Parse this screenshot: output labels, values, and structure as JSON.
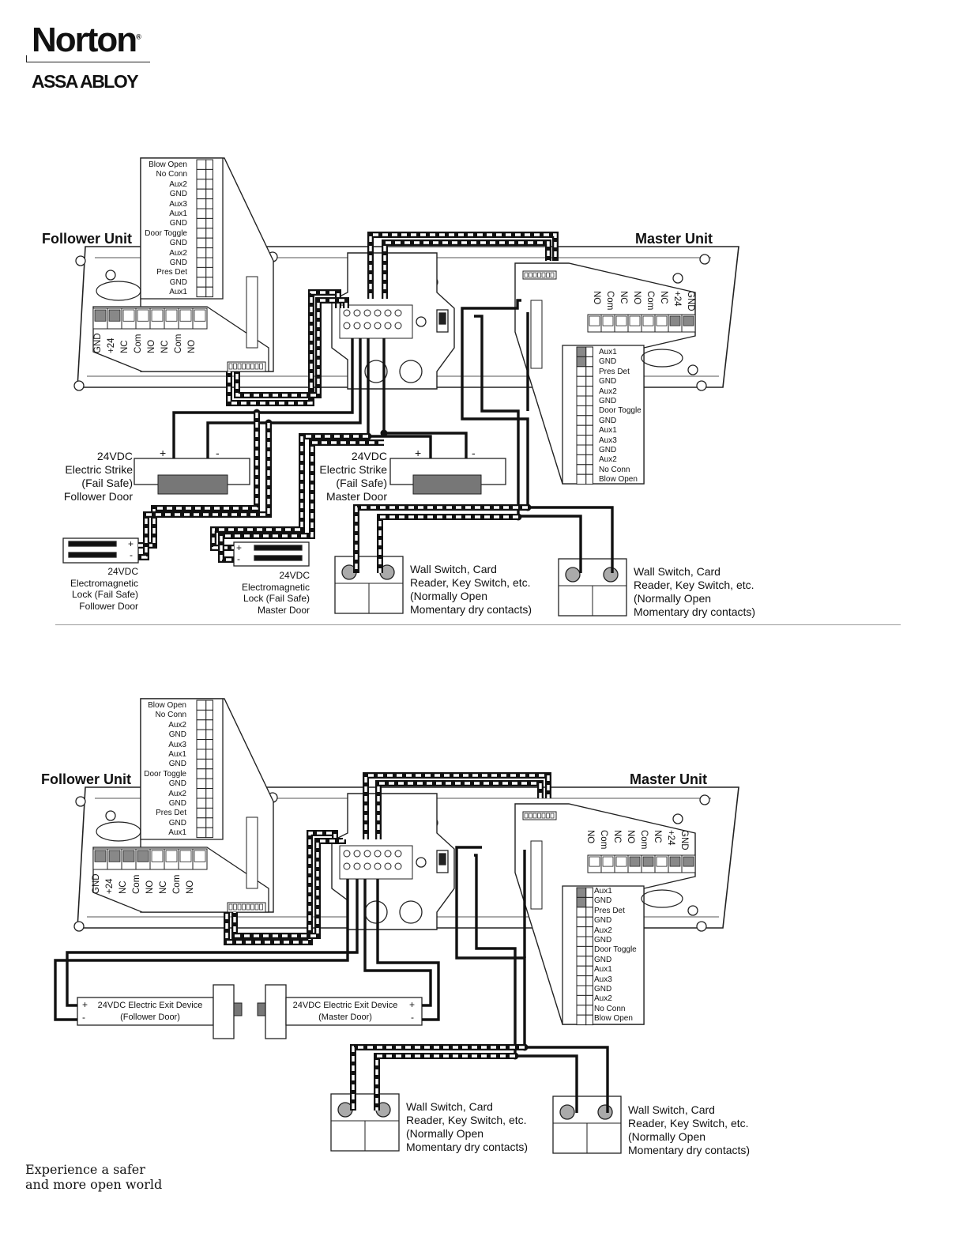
{
  "brand": {
    "name": "Norton",
    "reg_mark": "®",
    "parent": "ASSA ABLOY",
    "tagline_line1": "Experience a safer",
    "tagline_line2": "and more open world"
  },
  "terminals_a": [
    "Blow Open",
    "No Conn",
    "Aux2",
    "GND",
    "Aux3",
    "Aux1",
    "GND",
    "Door Toggle",
    "GND",
    "Aux2",
    "GND",
    "Pres Det",
    "GND",
    "Aux1"
  ],
  "terminals_b": [
    "Aux1",
    "GND",
    "Pres Det",
    "GND",
    "Aux2",
    "GND",
    "Door Toggle",
    "GND",
    "Aux1",
    "Aux3",
    "GND",
    "Aux2",
    "No Conn",
    "Blow Open"
  ],
  "relay_terms": [
    "GND",
    "+24",
    "NC",
    "Com",
    "NO",
    "NC",
    "Com",
    "NO"
  ],
  "diagram1": {
    "follower_unit": "Follower Unit",
    "master_unit": "Master Unit",
    "strike_follower": [
      "24VDC",
      "Electric Strike",
      "(Fail Safe)",
      "Follower Door"
    ],
    "strike_master": [
      "24VDC",
      "Electric Strike",
      "(Fail Safe)",
      "Master Door"
    ],
    "plus": "+",
    "minus": "-",
    "maglock_follower": [
      "24VDC",
      "Electromagnetic",
      "Lock (Fail Safe)",
      "Follower Door"
    ],
    "maglock_master": [
      "24VDC",
      "Electromagnetic",
      "Lock (Fail Safe)",
      "Master Door"
    ],
    "switch_label": [
      "Wall Switch, Card",
      "Reader, Key Switch, etc.",
      "(Normally Open",
      "Momentary dry contacts)"
    ]
  },
  "diagram2": {
    "follower_unit": "Follower Unit",
    "master_unit": "Master Unit",
    "exit_follower": [
      "24VDC Electric Exit Device",
      "(Follower Door)"
    ],
    "exit_master": [
      "24VDC Electric Exit Device",
      "(Master Door)"
    ],
    "plus": "+",
    "minus": "-",
    "switch_label": [
      "Wall Switch, Card",
      "Reader, Key Switch, etc.",
      "(Normally Open",
      "Momentary dry contacts)"
    ]
  }
}
